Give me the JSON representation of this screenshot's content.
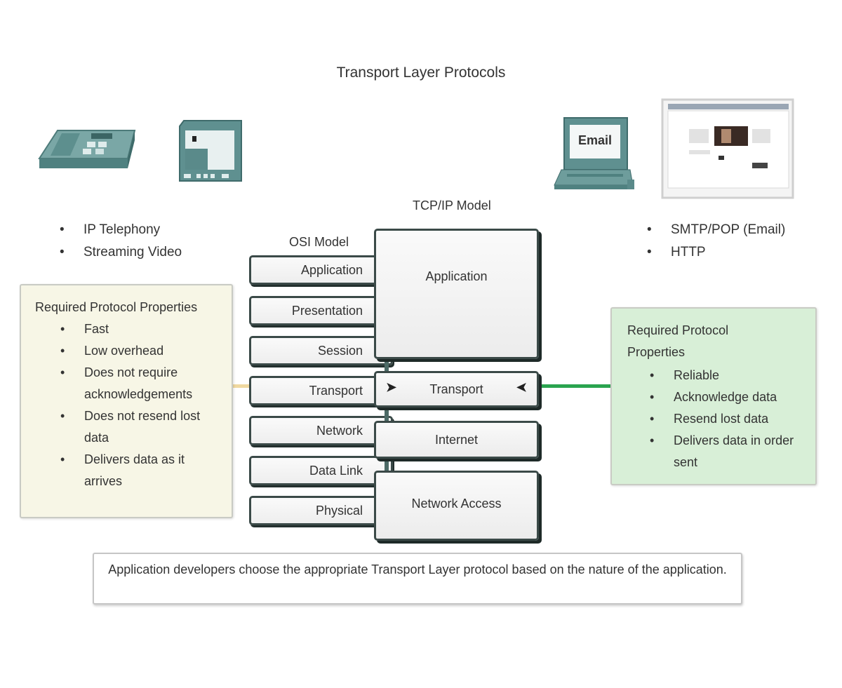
{
  "title": "Transport Layer Protocols",
  "colors": {
    "device_teal": "#5f9090",
    "udp_box_bg": "#f7f6e6",
    "tcp_box_bg": "#d8efd7",
    "udp_arrow": "#f0d9a0",
    "tcp_arrow": "#2aa44f",
    "layer_border": "#3b4a48"
  },
  "left_apps": {
    "icons": [
      "ip-phone-icon",
      "video-camera-icon"
    ],
    "items": [
      "IP Telephony",
      "Streaming Video"
    ]
  },
  "right_apps": {
    "email_screen_label": "Email",
    "icons": [
      "email-computer-icon",
      "web-browser-icon"
    ],
    "items": [
      "SMTP/POP (Email)",
      "HTTP"
    ]
  },
  "osi_model": {
    "label": "OSI Model",
    "layers": [
      "Application",
      "Presentation",
      "Session",
      "Transport",
      "Network",
      "Data Link",
      "Physical"
    ]
  },
  "tcpip_model": {
    "label": "TCP/IP Model",
    "layers": [
      "Application",
      "Transport",
      "Internet",
      "Network Access"
    ]
  },
  "udp_properties": {
    "heading": "Required Protocol Properties",
    "items": [
      "Fast",
      "Low overhead",
      "Does not require acknowledgements",
      "Does not resend lost data",
      "Delivers data as it arrives"
    ]
  },
  "tcp_properties": {
    "heading": "Required Protocol Properties",
    "items": [
      "Reliable",
      "Acknowledge data",
      "Resend lost data",
      "Delivers data in order sent"
    ]
  },
  "footer": "Application developers choose the appropriate Transport Layer protocol based on the nature of the application."
}
